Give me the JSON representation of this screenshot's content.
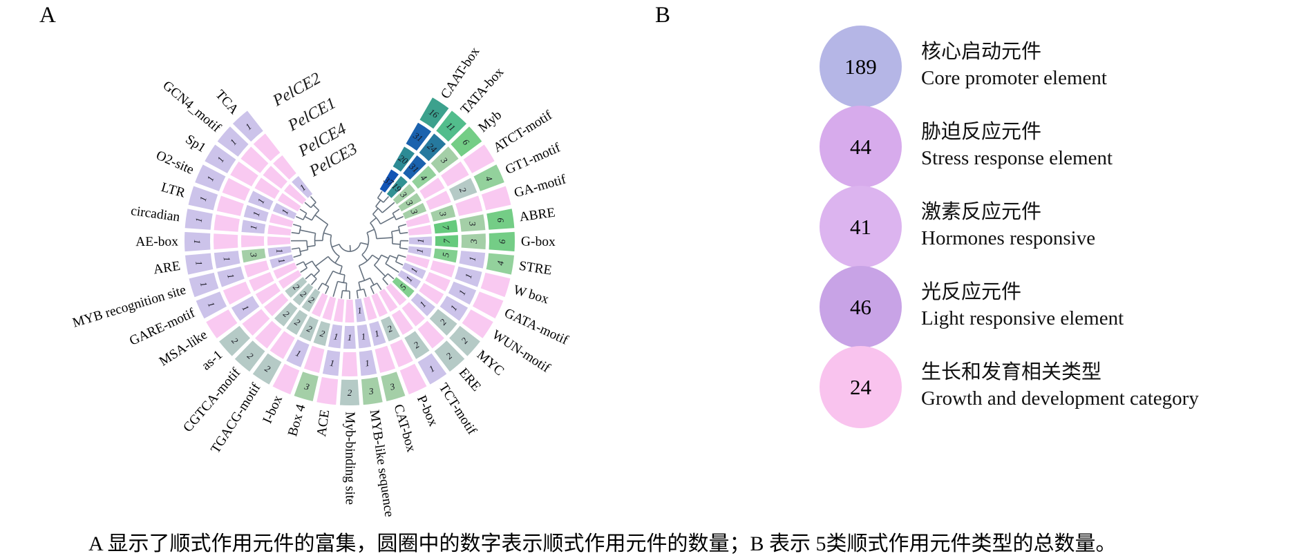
{
  "figure": {
    "panel_a_label": "A",
    "panel_b_label": "B",
    "caption": "A 显示了顺式作用元件的富集，圆圈中的数字表示顺式作用元件的数量；B 表示 5类顺式作用元件类型的总数量。"
  },
  "chart_data": [
    {
      "type": "heatmap",
      "subtype": "circular-rings-with-dendrogram",
      "ring_labels_outer_to_inner": [
        "PelCE2",
        "PelCE1",
        "PelCE4",
        "PelCE3"
      ],
      "grid": "white gaps between annular cells",
      "legend_position": "none",
      "color_anchors": {
        "blank": "#F9C9F1",
        "1": "#CCC3EA",
        "2": "#B5CAC6",
        "3": "#A4CFA7",
        "4": "#93D19C",
        "5": "#82CF8F",
        "7": "#66CA7D",
        "11": "#52BD8C",
        "16": "#3CA18D",
        "20": "#2D8B95",
        "24": "#26799E",
        "31": "#1B62AE",
        "37": "#1254B5"
      },
      "sectors": [
        {
          "name": "CAAT-box",
          "values": [
            16,
            31,
            20,
            37
          ]
        },
        {
          "name": "TATA-box",
          "values": [
            11,
            24,
            31,
            19
          ]
        },
        {
          "name": "Myb",
          "values": [
            6,
            3,
            4,
            3
          ]
        },
        {
          "name": "ATCT-motif",
          "values": [
            null,
            null,
            null,
            3
          ]
        },
        {
          "name": "GT1-motif",
          "values": [
            4,
            2,
            null,
            3
          ]
        },
        {
          "name": "GA-motif",
          "values": [
            null,
            null,
            3,
            null
          ]
        },
        {
          "name": "ABRE",
          "values": [
            6,
            3,
            7,
            null
          ]
        },
        {
          "name": "G-box",
          "values": [
            6,
            3,
            7,
            1
          ]
        },
        {
          "name": "STRE",
          "values": [
            4,
            1,
            5,
            1
          ]
        },
        {
          "name": "W box",
          "values": [
            null,
            1,
            null,
            null
          ]
        },
        {
          "name": "GATA-motif",
          "values": [
            null,
            1,
            null,
            1
          ]
        },
        {
          "name": "WUN-motif",
          "values": [
            null,
            1,
            null,
            1
          ]
        },
        {
          "name": "MYC",
          "values": [
            2,
            2,
            1,
            5
          ]
        },
        {
          "name": "ERE",
          "values": [
            2,
            null,
            null,
            null
          ]
        },
        {
          "name": "TCT-motif",
          "values": [
            1,
            2,
            null,
            null
          ]
        },
        {
          "name": "P-box",
          "values": [
            null,
            null,
            2,
            null
          ]
        },
        {
          "name": "CAT-box",
          "values": [
            3,
            null,
            1,
            null
          ]
        },
        {
          "name": "MYB-like sequence",
          "values": [
            3,
            1,
            1,
            1
          ]
        },
        {
          "name": "Myb-binding site",
          "values": [
            2,
            null,
            1,
            null
          ]
        },
        {
          "name": "ACE",
          "values": [
            null,
            1,
            1,
            null
          ]
        },
        {
          "name": "Box 4",
          "values": [
            3,
            null,
            2,
            null
          ]
        },
        {
          "name": "I-box",
          "values": [
            null,
            1,
            2,
            null
          ]
        },
        {
          "name": "TGACG-motif",
          "values": [
            2,
            null,
            2,
            2
          ]
        },
        {
          "name": "CGTCA-motif",
          "values": [
            2,
            null,
            2,
            2
          ]
        },
        {
          "name": "as-1",
          "values": [
            2,
            null,
            null,
            2
          ]
        },
        {
          "name": "MSA-like",
          "values": [
            null,
            1,
            null,
            null
          ]
        },
        {
          "name": "GARE-motif",
          "values": [
            1,
            null,
            null,
            null
          ]
        },
        {
          "name": "MYB recognition site",
          "values": [
            1,
            1,
            null,
            1
          ]
        },
        {
          "name": "ARE",
          "values": [
            1,
            1,
            3,
            1
          ]
        },
        {
          "name": "AE-box",
          "values": [
            1,
            null,
            null,
            null
          ]
        },
        {
          "name": "circadian",
          "values": [
            1,
            null,
            1,
            null
          ]
        },
        {
          "name": "LTR",
          "values": [
            1,
            null,
            1,
            null
          ]
        },
        {
          "name": "O2-site",
          "values": [
            1,
            null,
            1,
            1
          ]
        },
        {
          "name": "Sp1",
          "values": [
            1,
            null,
            null,
            null
          ]
        },
        {
          "name": "GCN4_motif",
          "values": [
            1,
            null,
            null,
            null
          ]
        },
        {
          "name": "TCA",
          "values": [
            1,
            null,
            null,
            1
          ]
        }
      ]
    },
    {
      "type": "bubble-list",
      "items": [
        {
          "value": "189",
          "zh": "核心启动元件",
          "en": "Core promoter element",
          "color": "#B5B6E6"
        },
        {
          "value": "44",
          "zh": "胁迫反应元件",
          "en": "Stress response element",
          "color": "#D7ABEC"
        },
        {
          "value": "41",
          "zh": "激素反应元件",
          "en": "Hormones responsive",
          "color": "#DCB4EF"
        },
        {
          "value": "46",
          "zh": "光反应元件",
          "en": "Light responsive element",
          "color": "#C8A3E6"
        },
        {
          "value": "24",
          "zh": "生长和发育相关类型",
          "en": "Growth and development category",
          "color": "#F9C3EE"
        }
      ]
    }
  ]
}
